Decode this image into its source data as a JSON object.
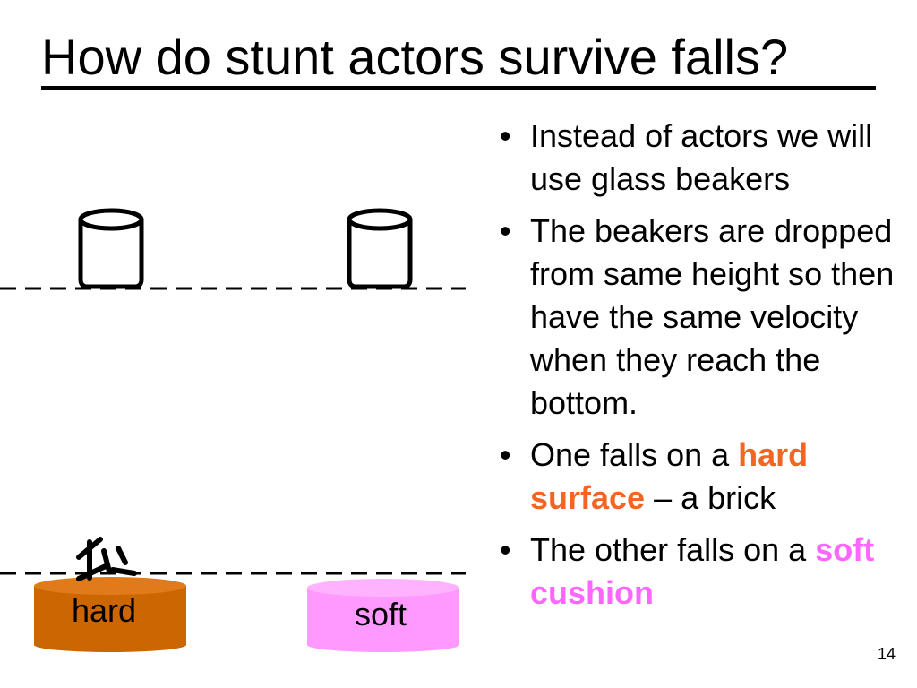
{
  "slide": {
    "title": "How do stunt actors survive falls?",
    "bullets": [
      {
        "text": "Instead of actors we will use glass beakers"
      },
      {
        "text": "The beakers are dropped from same height so then have the same velocity when they reach the bottom."
      },
      {
        "pre": "One falls on a ",
        "keyword": "hard surface",
        "post": " – a brick"
      },
      {
        "pre": "The other falls on a ",
        "keyword": "soft cushion",
        "post": ""
      }
    ],
    "bullet_symbol": "•",
    "labels": {
      "hard": "hard",
      "soft": "soft"
    },
    "page_number": "14",
    "colors": {
      "hard_keyword": "#f26522",
      "soft_keyword": "#ff66ff",
      "brick": "#cc6600",
      "cushion": "#ff99ff"
    },
    "icons": [
      "glass-beaker-icon",
      "glass-beaker-icon",
      "broken-glass-icon"
    ]
  }
}
